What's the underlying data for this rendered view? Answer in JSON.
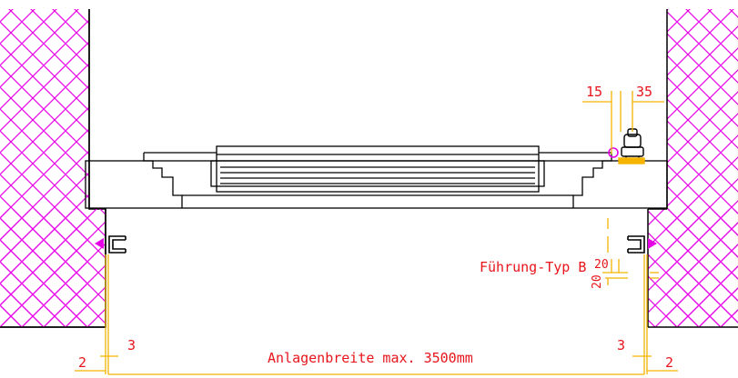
{
  "labels": {
    "dim_15": "15",
    "dim_35": "35",
    "guide_type": "Führung-Typ B",
    "dim_20_horizontal": "20",
    "dim_20_vertical": "20",
    "dim_3_left": "3",
    "dim_3_right": "3",
    "dim_2_left": "2",
    "dim_2_right": "2",
    "system_width": "Anlagenbreite max. 3500mm"
  },
  "colors": {
    "dimension_text": "#e8141b",
    "dimension_line": "#f4b400",
    "wall_hatch": "#e600e6",
    "outline": "#000000"
  }
}
